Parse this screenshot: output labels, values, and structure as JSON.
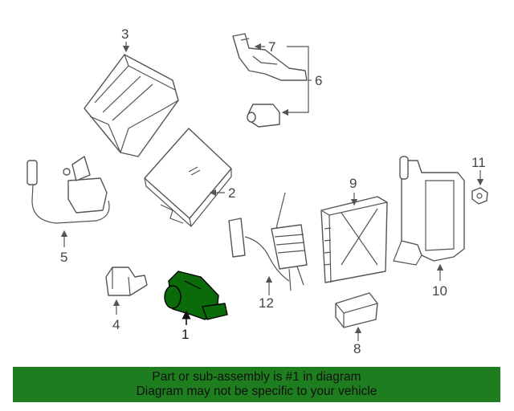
{
  "callouts": [
    {
      "id": "1",
      "text": "1"
    },
    {
      "id": "2",
      "text": "2"
    },
    {
      "id": "3",
      "text": "3"
    },
    {
      "id": "4",
      "text": "4"
    },
    {
      "id": "5",
      "text": "5"
    },
    {
      "id": "6",
      "text": "6"
    },
    {
      "id": "7",
      "text": "7"
    },
    {
      "id": "8",
      "text": "8"
    },
    {
      "id": "9",
      "text": "9"
    },
    {
      "id": "10",
      "text": "10"
    },
    {
      "id": "11",
      "text": "11"
    },
    {
      "id": "12",
      "text": "12"
    }
  ],
  "colors": {
    "highlight": "#0b6b0b",
    "banner": "#1e7d1e"
  },
  "footer": {
    "line1": "Part or sub-assembly is #1 in diagram",
    "line2": "Diagram may not be specific to your vehicle"
  }
}
